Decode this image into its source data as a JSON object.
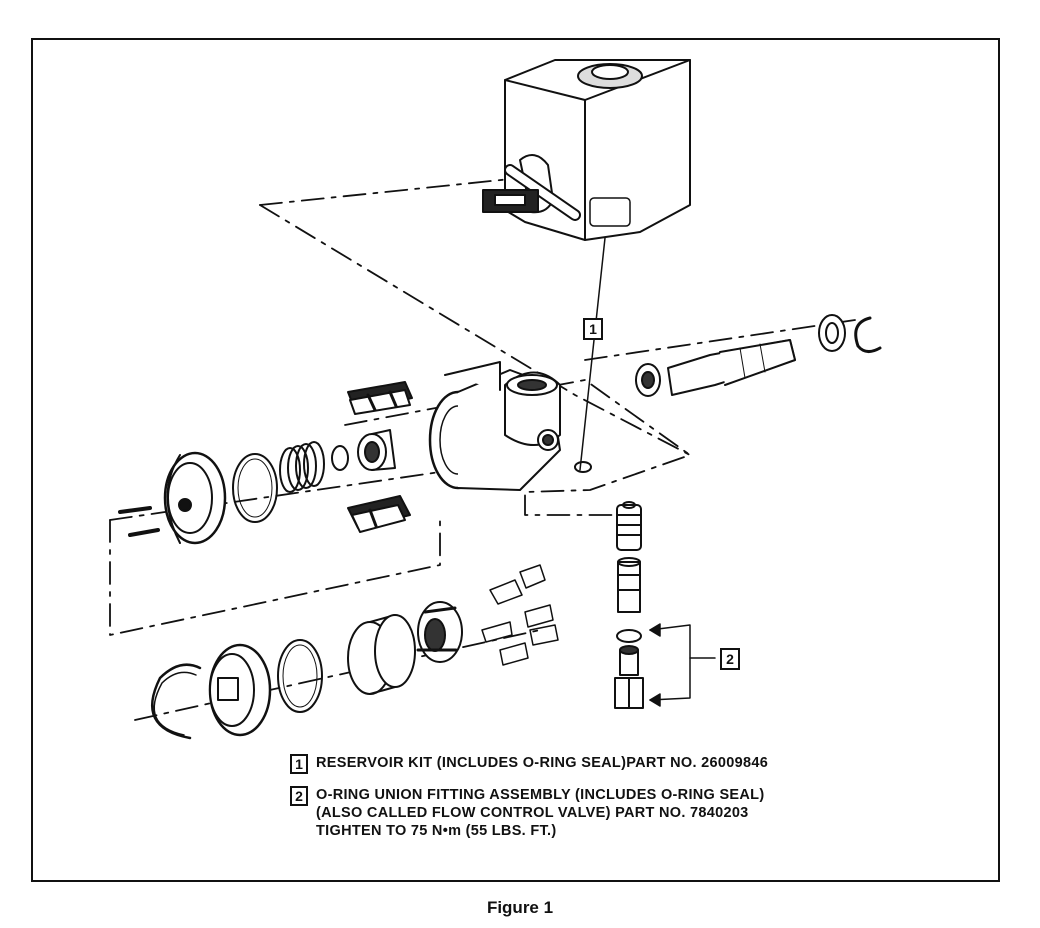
{
  "callouts": [
    "1",
    "2"
  ],
  "legend": [
    {
      "number": "1",
      "lines": [
        "RESERVOIR KIT (INCLUDES O-RING SEAL)PART NO. 26009846"
      ]
    },
    {
      "number": "2",
      "lines": [
        "O-RING UNION FITTING ASSEMBLY (INCLUDES O-RING SEAL)",
        "(ALSO CALLED FLOW CONTROL VALVE) PART NO. 7840203",
        "TIGHTEN TO 75 N•m (55 LBS. FT.)"
      ]
    }
  ],
  "caption": "Figure 1"
}
